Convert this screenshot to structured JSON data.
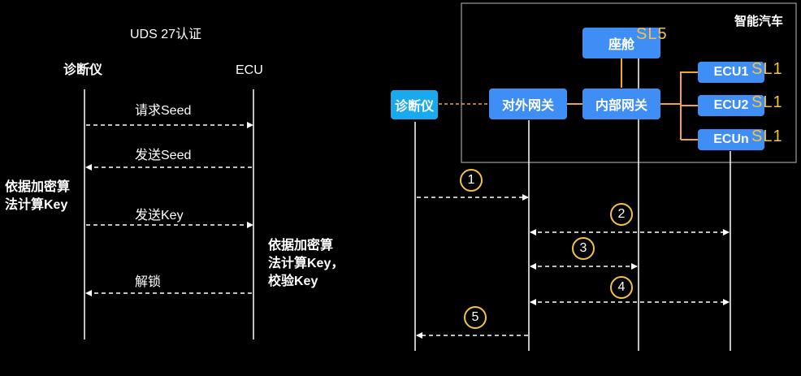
{
  "left": {
    "title": "UDS 27认证",
    "actor_left": "诊断仪",
    "actor_right": "ECU",
    "messages": [
      "请求Seed",
      "发送Seed",
      "发送Key",
      "解锁"
    ],
    "note_left": "依据加密算\n法计算Key",
    "note_right": "依据加密算\n法计算Key，\n校验Key"
  },
  "right": {
    "box_title": "智能汽车",
    "nodes": {
      "diag": "诊断仪",
      "ext_gw": "对外网关",
      "int_gw": "内部网关",
      "cabin": "座舱",
      "ecu1": "ECU1",
      "ecu2": "ECU2",
      "ecun": "ECUn"
    },
    "security_levels": {
      "cabin": "SL5",
      "ecu1": "SL1",
      "ecu2": "SL1",
      "ecun": "SL1"
    },
    "steps": [
      "1",
      "2",
      "3",
      "4",
      "5"
    ]
  },
  "colors": {
    "background": "#000000",
    "node_blue": "#3f8ef5",
    "diag_cyan": "#19a9ee",
    "accent_orange": "#f4a62a",
    "label_yellow": "#f4c244"
  }
}
